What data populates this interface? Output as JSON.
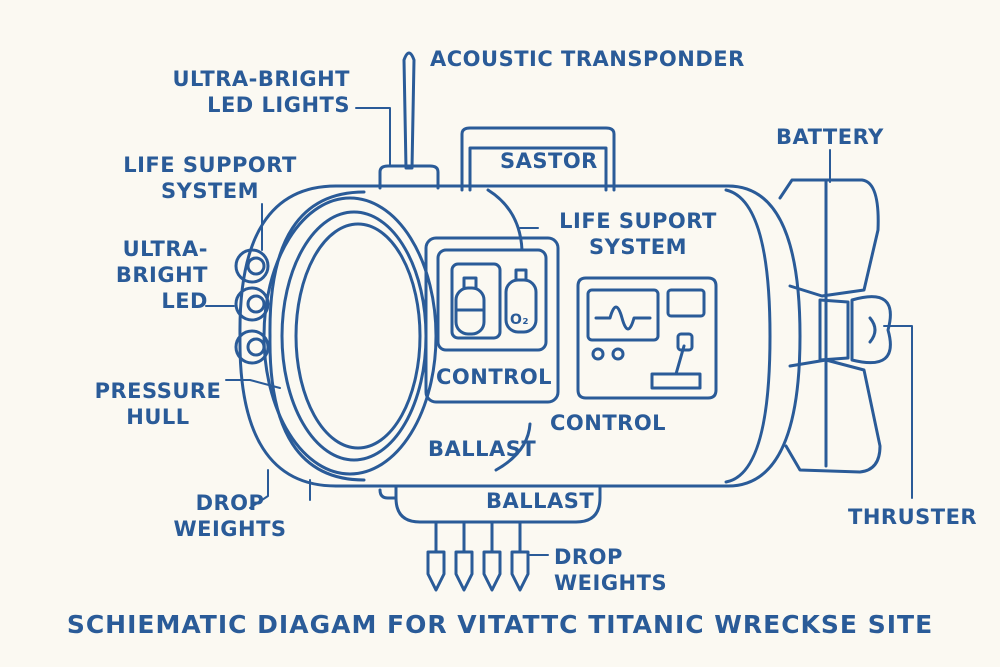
{
  "title": "SCHIEMATIC DIAGAM FOR VITATTC TITANIC WRECKSE SITE",
  "colors": {
    "ink": "#2a5b98",
    "paper": "#fbf9f2"
  },
  "labels": {
    "acoustic_transponder": "ACOUSTIC TRANSPONDER",
    "ultra_bright_led_lights": [
      "ULTRA-BRIGHT",
      "LED LIGHTS"
    ],
    "life_support_left": [
      "LIFE SUPPORT",
      "SYSTEM"
    ],
    "ultra_bright_led": [
      "ULTRA-",
      "BRIGHT",
      "LED"
    ],
    "pressure_hull": [
      "PRESSURE",
      "HULL"
    ],
    "drop_weights_left": [
      "DROP",
      "WEIGHTS"
    ],
    "drop_weights_bottom": [
      "DROP",
      "WEIGHTS"
    ],
    "sastor": "SASTOR",
    "life_suport_system": [
      "LIFE SUPORT",
      "SYSTEM"
    ],
    "control_left": "CONTROL",
    "control_right": "CONTROL",
    "ballast_upper": "BALLAST",
    "ballast_lower": "BALLAST",
    "battery": "BATTERY",
    "thruster": "THRUSTER",
    "o2_mark": "O₂"
  }
}
